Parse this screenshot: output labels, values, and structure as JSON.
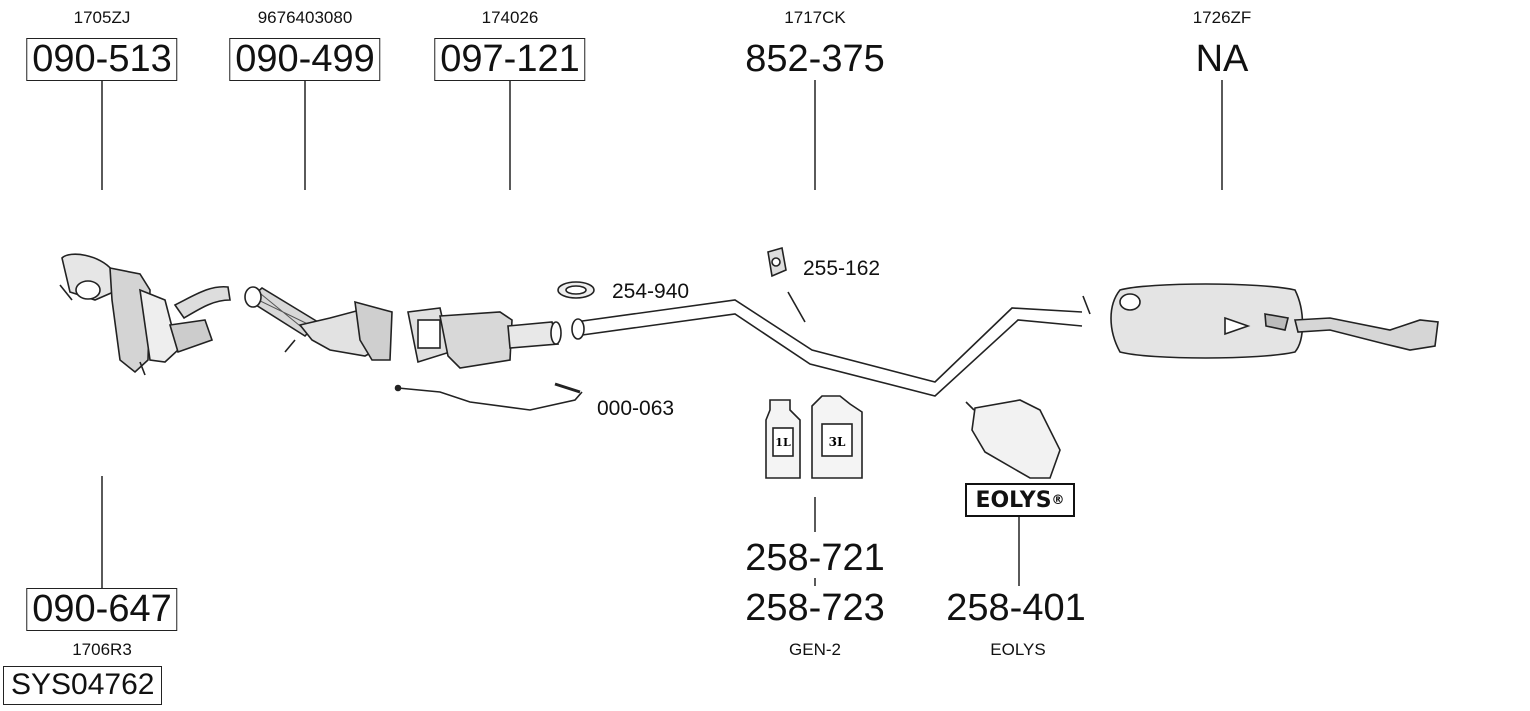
{
  "parts": {
    "p1": {
      "oem": "1705ZJ",
      "number": "090-513"
    },
    "p2": {
      "oem": "9676403080",
      "number": "090-499"
    },
    "p3": {
      "oem": "174026",
      "number": "097-121"
    },
    "p4": {
      "oem": "1717CK",
      "number": "852-375"
    },
    "p5": {
      "oem": "1726ZF",
      "number": "NA"
    },
    "p6": {
      "oem": "1706R3",
      "number": "090-647"
    }
  },
  "small_parts": {
    "clamp": "254-940",
    "hanger": "255-162",
    "sensor": "000-063"
  },
  "fluids": {
    "number1": "258-721",
    "number2": "258-723",
    "label": "GEN-2",
    "can1": "1L",
    "can2": "3L"
  },
  "eolys": {
    "logo": "EOLYS",
    "reg": "®",
    "number": "258-401",
    "label": "EOLYS"
  },
  "system_number": "SYS04762"
}
